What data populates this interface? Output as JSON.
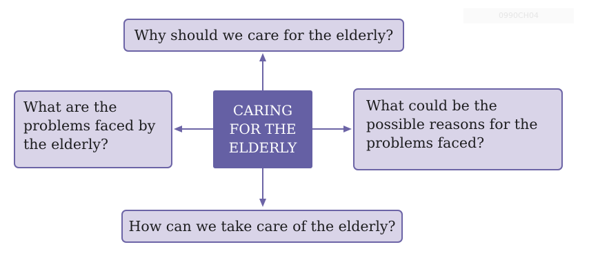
{
  "watermark": "0990CH04",
  "center": "CARING\nFOR THE\nELDERLY",
  "questions": {
    "top": "Why should we care for the elderly?",
    "left": "What are the\nproblems faced by\nthe elderly?",
    "right": "What could be the\npossible reasons for the\nproblems faced?",
    "bottom": "How can we take care of the elderly?"
  },
  "colors": {
    "center_fill": "#6560a4",
    "box_fill": "#d9d4e8",
    "box_border": "#6c64a6",
    "arrow": "#6c64a6"
  }
}
